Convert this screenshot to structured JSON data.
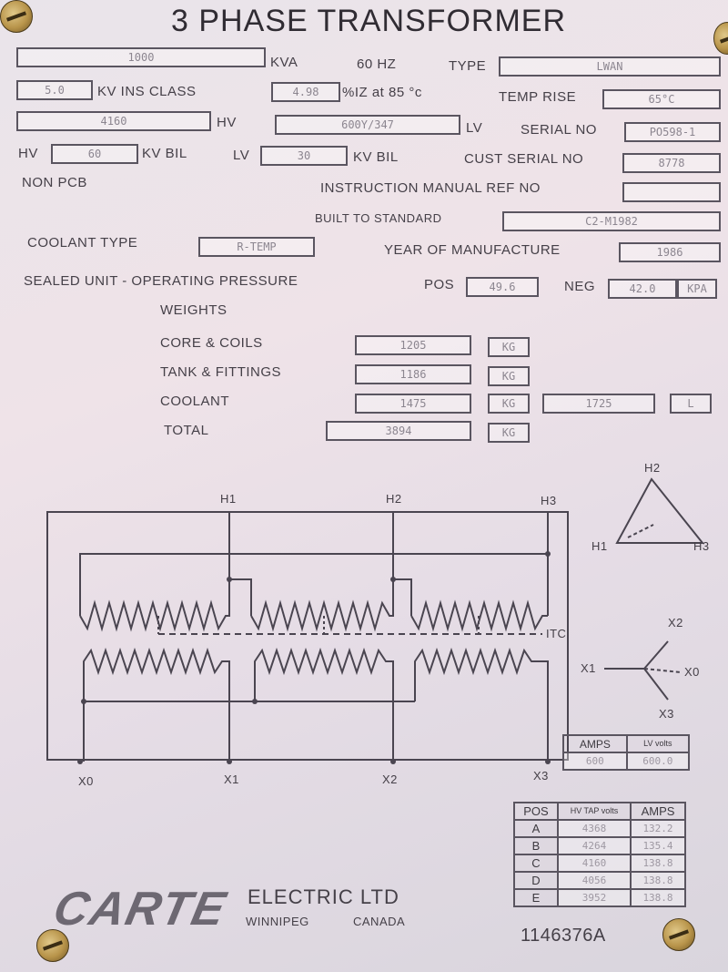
{
  "title": "3 PHASE TRANSFORMER",
  "kva": {
    "value": "1000",
    "unit": "KVA"
  },
  "freq": "60 HZ",
  "type": {
    "label": "TYPE",
    "value": "LWAN"
  },
  "kv_ins": {
    "value": "5.0",
    "unit": "KV INS CLASS"
  },
  "impedance": {
    "value": "4.98",
    "unit": "%IZ at 85 °c"
  },
  "temp_rise": {
    "label": "TEMP RISE",
    "value": "65°C"
  },
  "hv": {
    "value": "4160",
    "unit": "HV"
  },
  "lv": {
    "value": "600Y/347",
    "unit": "LV"
  },
  "serial": {
    "label": "SERIAL NO",
    "value": "PO598-1"
  },
  "hv_bil": {
    "prefix": "HV",
    "value": "60",
    "unit": "KV BIL"
  },
  "lv_bil": {
    "prefix": "LV",
    "value": "30",
    "unit": "KV BIL"
  },
  "cust_serial": {
    "label": "CUST SERIAL NO",
    "value": "8778"
  },
  "non_pcb": "NON PCB",
  "manual": {
    "label": "INSTRUCTION MANUAL REF NO",
    "value": ""
  },
  "standard": {
    "label": "BUILT TO STANDARD",
    "value": "C2-M1982"
  },
  "coolant_type": {
    "label": "COOLANT TYPE",
    "value": "R-TEMP"
  },
  "year": {
    "label": "YEAR OF MANUFACTURE",
    "value": "1986"
  },
  "pressure": {
    "label": "SEALED UNIT - OPERATING PRESSURE",
    "pos_label": "POS",
    "pos_value": "49.6",
    "neg_label": "NEG",
    "neg_value": "42.0",
    "unit": "KPA"
  },
  "weights": {
    "heading": "WEIGHTS",
    "rows": [
      {
        "label": "CORE & COILS",
        "value": "1205",
        "unit": "KG"
      },
      {
        "label": "TANK & FITTINGS",
        "value": "1186",
        "unit": "KG"
      },
      {
        "label": "COOLANT",
        "value": "1475",
        "unit": "KG",
        "extra_value": "1725",
        "extra_unit": "L"
      },
      {
        "label": "TOTAL",
        "value": "3894",
        "unit": "KG"
      }
    ]
  },
  "diagram": {
    "h1": "H1",
    "h2": "H2",
    "h3": "H3",
    "x0": "X0",
    "x1": "X1",
    "x2": "X2",
    "x3": "X3",
    "itc": "ITC"
  },
  "delta": {
    "h1": "H1",
    "h2": "H2",
    "h3": "H3"
  },
  "wye": {
    "x0": "X0",
    "x1": "X1",
    "x2": "X2",
    "x3": "X3"
  },
  "lv_table": {
    "amps_label": "AMPS",
    "volts_label": "LV volts",
    "amps": "600",
    "volts": "600.0"
  },
  "tap_table": {
    "headers": [
      "POS",
      "HV TAP volts",
      "AMPS"
    ],
    "rows": [
      {
        "pos": "A",
        "volts": "4368",
        "amps": "132.2"
      },
      {
        "pos": "B",
        "volts": "4264",
        "amps": "135.4"
      },
      {
        "pos": "C",
        "volts": "4160",
        "amps": "138.8"
      },
      {
        "pos": "D",
        "volts": "4056",
        "amps": "138.8"
      },
      {
        "pos": "E",
        "volts": "3952",
        "amps": "138.8"
      }
    ]
  },
  "maker": {
    "logo": "CARTE",
    "name": "ELECTRIC LTD",
    "city": "WINNIPEG",
    "country": "CANADA"
  },
  "plate_no": "1146376A"
}
